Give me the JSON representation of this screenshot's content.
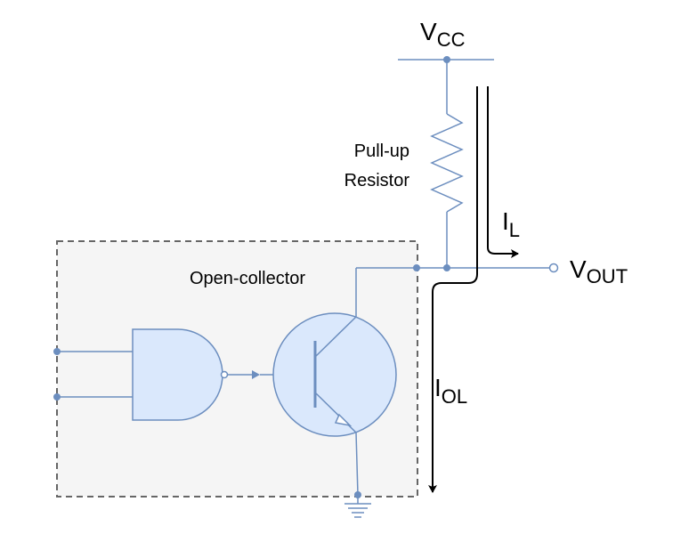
{
  "labels": {
    "vcc_main": "V",
    "vcc_sub": "CC",
    "vout_main": "V",
    "vout_sub": "OUT",
    "il_main": "I",
    "il_sub": "L",
    "iol_main": "I",
    "iol_sub": "OL",
    "pullup_line1": "Pull-up",
    "pullup_line2": "Resistor",
    "open_collector": "Open-collector"
  },
  "colors": {
    "wire": "#6c8ebf",
    "component_fill": "#dae8fc",
    "box_fill": "#f5f5f5",
    "box_border": "#666666",
    "arrow": "#000000"
  }
}
